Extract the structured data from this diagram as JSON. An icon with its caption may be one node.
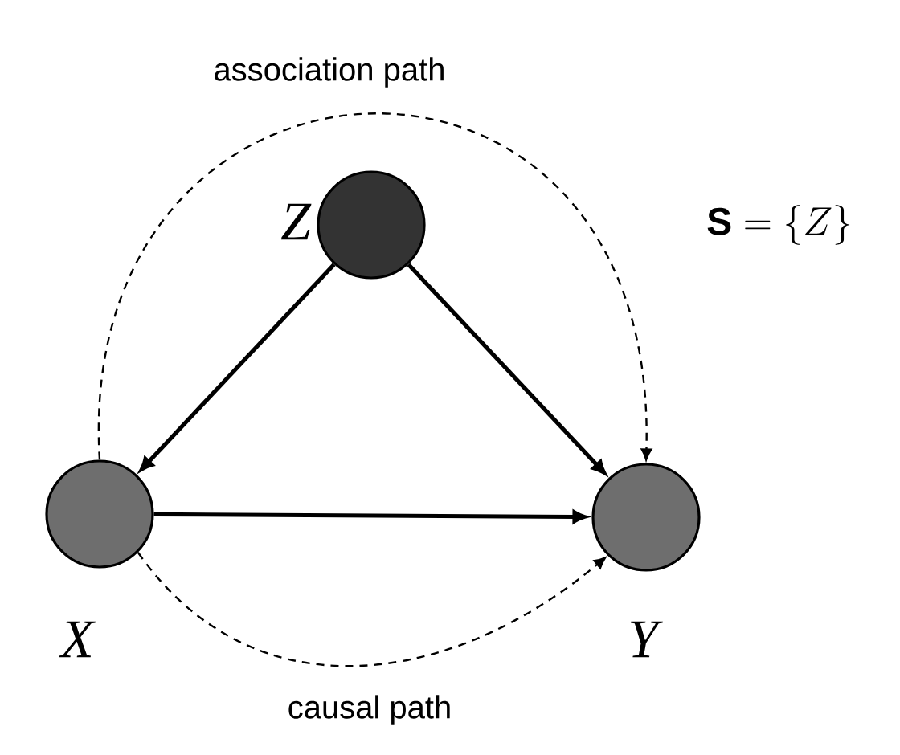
{
  "diagram": {
    "nodes": [
      {
        "text": [],
        "shape": "circle",
        "beside": [
          "Z"
        ]
      },
      {
        "text": [],
        "shape": "circle",
        "beside": [
          "X"
        ]
      },
      {
        "text": [],
        "shape": "circle",
        "beside": [
          "Y"
        ]
      }
    ],
    "edges": [
      {
        "from": 0,
        "to": 1,
        "arrow": "to"
      },
      {
        "from": 0,
        "to": 2,
        "arrow": "to"
      },
      {
        "from": 1,
        "to": 2,
        "arrow": "to"
      },
      {
        "from": 1,
        "to": 2,
        "arrow": "to",
        "style": "dashed",
        "label": "association path"
      },
      {
        "from": 1,
        "to": 2,
        "arrow": "to",
        "style": "dashed",
        "label": "causal path"
      }
    ],
    "labels": [
      "\\mathbf{S} = \\{Z\\}"
    ]
  }
}
